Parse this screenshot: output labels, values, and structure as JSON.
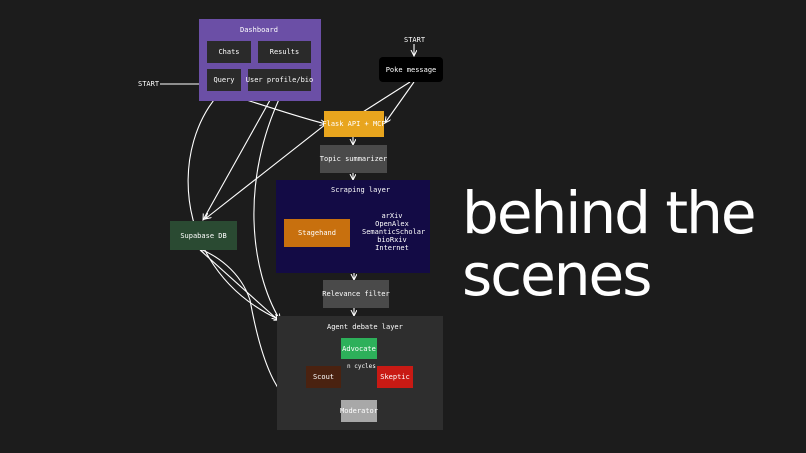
{
  "diagram": {
    "dashboard": {
      "title": "Dashboard",
      "chats": "Chats",
      "results": "Results",
      "query": "Query",
      "profile": "User profile/bio"
    },
    "start_left": "START",
    "start_top": "START",
    "poke_message": "Poke message",
    "flask_api": "Flask API + MCP",
    "topic_summarizer": "Topic summarizer",
    "scraping_layer": {
      "title": "Scraping layer",
      "stagehand": "Stagehand",
      "sources": [
        "arXiv",
        "OpenAlex",
        "SemanticScholar",
        "bioRxiv",
        "Internet"
      ]
    },
    "supabase": "Supabase DB",
    "relevance_filter": "Relevance filter",
    "agent_debate": {
      "title": "Agent debate layer",
      "advocate": "Advocate",
      "scout": "Scout",
      "skeptic": "Skeptic",
      "cycles": "n cycles",
      "moderator": "Moderator"
    }
  },
  "headline": {
    "line1": "behind the",
    "line2": "scenes"
  },
  "colors": {
    "background": "#1c1c1c",
    "dashboard": "#6b4fa6",
    "flask": "#e8a51e",
    "scraping": "#130b45",
    "stagehand": "#c8700e",
    "supabase": "#2a4a32",
    "debate_panel": "#2e2e2e",
    "advocate": "#2db05a",
    "scout": "#4a2210",
    "skeptic": "#c81a14",
    "moderator": "#a8a8a8"
  }
}
